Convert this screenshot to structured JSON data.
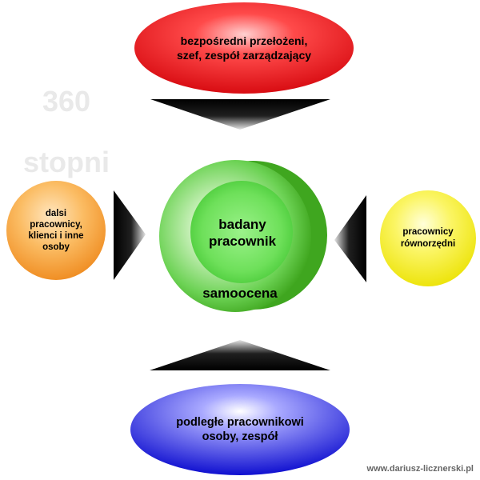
{
  "watermark": {
    "line1": "360",
    "line2": "stopni"
  },
  "nodes": {
    "top": {
      "label": "bezpośredni przełożeni,\nszef, zespół zarządzający",
      "color": "#e8141b"
    },
    "left": {
      "label": "dalsi\npracownicy,\nklienci i inne\nosoby",
      "color": "#f5a13d"
    },
    "right": {
      "label": "pracownicy\nrównorzędni",
      "color": "#f4ee22"
    },
    "bottom": {
      "label": "podległe pracownikowi\nosoby, zespół",
      "color": "#1b1bd6"
    },
    "center": {
      "label": "badany\npracownik",
      "sublabel": "samoocena",
      "color": "#3fae1f"
    }
  },
  "footer": {
    "site": "www.dariusz-licznerski.pl"
  }
}
